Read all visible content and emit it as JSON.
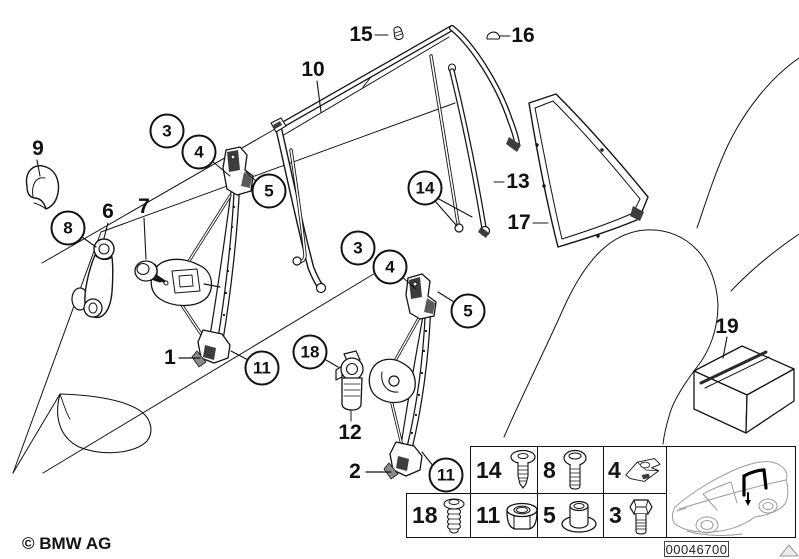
{
  "colors": {
    "ink": "#141414",
    "background": "#ffffff",
    "sketch_gray": "#9b9b9b"
  },
  "callouts": [
    {
      "label": "15",
      "shape": "plain"
    },
    {
      "label": "16",
      "shape": "plain"
    },
    {
      "label": "10",
      "shape": "plain"
    },
    {
      "label": "9",
      "shape": "plain"
    },
    {
      "label": "6",
      "shape": "plain"
    },
    {
      "label": "7",
      "shape": "plain"
    },
    {
      "label": "3",
      "shape": "circle"
    },
    {
      "label": "4",
      "shape": "circle"
    },
    {
      "label": "5",
      "shape": "circle"
    },
    {
      "label": "8",
      "shape": "circle"
    },
    {
      "label": "14",
      "shape": "circle"
    },
    {
      "label": "13",
      "shape": "plain"
    },
    {
      "label": "17",
      "shape": "plain"
    },
    {
      "label": "3",
      "shape": "circle"
    },
    {
      "label": "4",
      "shape": "circle"
    },
    {
      "label": "5",
      "shape": "circle"
    },
    {
      "label": "18",
      "shape": "circle"
    },
    {
      "label": "1",
      "shape": "plain"
    },
    {
      "label": "11",
      "shape": "circle"
    },
    {
      "label": "12",
      "shape": "plain"
    },
    {
      "label": "2",
      "shape": "plain"
    },
    {
      "label": "11",
      "shape": "circle"
    },
    {
      "label": "19",
      "shape": "plain"
    }
  ],
  "legend": {
    "row1": [
      {
        "num": "14",
        "icon": "screw-torx-pan-head"
      },
      {
        "num": "8",
        "icon": "screw-flange-head"
      },
      {
        "num": "4",
        "icon": "clip-nut"
      }
    ],
    "row2": [
      {
        "num": "18",
        "icon": "screw-washer-head"
      },
      {
        "num": "11",
        "icon": "hex-flange-nut"
      },
      {
        "num": "5",
        "icon": "grommet-bushing"
      },
      {
        "num": "3",
        "icon": "hex-bolt"
      }
    ],
    "car_thumbnail_icon": "car-location-thumbnail"
  },
  "footer": {
    "copyright": "© BMW AG",
    "diagram_number": "00046700"
  }
}
